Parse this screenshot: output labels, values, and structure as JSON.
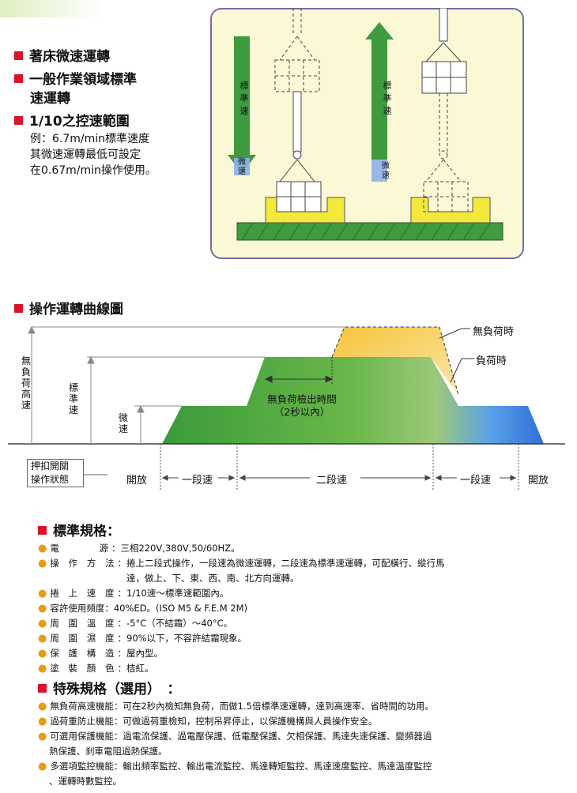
{
  "features": [
    {
      "lines": [
        "著床微速運轉"
      ]
    },
    {
      "lines": [
        "一般作業領域標準",
        "速運轉"
      ]
    },
    {
      "lines": [
        "1/10之控速範圍"
      ]
    }
  ],
  "feature_example": [
    "例：6.7m/min標準速度",
    "其微速運轉最低可設定",
    "在0.67m/min操作使用。"
  ],
  "illustration": {
    "down_label": [
      "標",
      "準",
      "速"
    ],
    "down_tip": [
      "微",
      "速"
    ],
    "up_label": [
      "標",
      "準",
      "速"
    ],
    "up_tip": [
      "微",
      "速"
    ]
  },
  "curve": {
    "heading": "操作運轉曲線圖",
    "y_labels": {
      "high": "無負荷高速",
      "standard": "標準速",
      "micro": "微速"
    },
    "legend": {
      "no_load": "無負荷時",
      "load": "負荷時"
    },
    "detect": {
      "line1": "無負荷檢出時間",
      "line2": "（2秒以內）"
    },
    "state_label": [
      "押扣開關",
      "操作狀態"
    ],
    "states": [
      "開放",
      "一段速",
      "二段速",
      "一段速",
      "開放"
    ],
    "colors": {
      "green": "#3a9a3a",
      "yellow": "#f2c020",
      "blue": "#3a7de0"
    }
  },
  "specs": {
    "heading": "標準規格",
    "items": [
      {
        "label": "電　　　源",
        "value": "三相220V,380V,50/60HZ。"
      },
      {
        "label": "操 作 方 法",
        "value": "捲上二段式操作，一段速為微速運轉，二段速為標準速運轉，可配橫行、縱行馬",
        "cont": "達，做上、下、東、西、南、北方向運轉。"
      },
      {
        "label": "捲 上 速 度",
        "value": "1/10速～標準速範圍內。"
      },
      {
        "label": "容許使用頻度",
        "value": "40%ED。(ISO M5 & F.E.M 2M)"
      },
      {
        "label": "周 圍 溫 度",
        "value": "-5°C（不結霜）～40°C。"
      },
      {
        "label": "周 圍 濕 度",
        "value": "90%以下，不容許結霜現象。"
      },
      {
        "label": "保 護 構 造",
        "value": "屋內型。"
      },
      {
        "label": "塗 裝 顏 色",
        "value": "桔紅。"
      }
    ]
  },
  "special": {
    "heading": "特殊規格（選用）",
    "items": [
      {
        "text": "無負荷高速機能：可在2秒內檢知無負荷，而做1.5倍標準速運轉，達到高速率、省時間的功用。"
      },
      {
        "text": "過荷重防止機能：可做過荷重檢知，控制吊昇停止，以保護機構與人員操作安全。"
      },
      {
        "text": "可選用保護機能：過電流保護、過電壓保護、低電壓保護、欠相保護、馬達失速保護、變頻器過",
        "cont": "熱保護、刹車電阻過熱保護。"
      },
      {
        "text": "多選項監控機能：輸出頻率監控、輸出電流監控、馬達轉矩監控、馬達速度監控、馬達溫度監控",
        "cont": "、運轉時數監控。"
      }
    ]
  }
}
